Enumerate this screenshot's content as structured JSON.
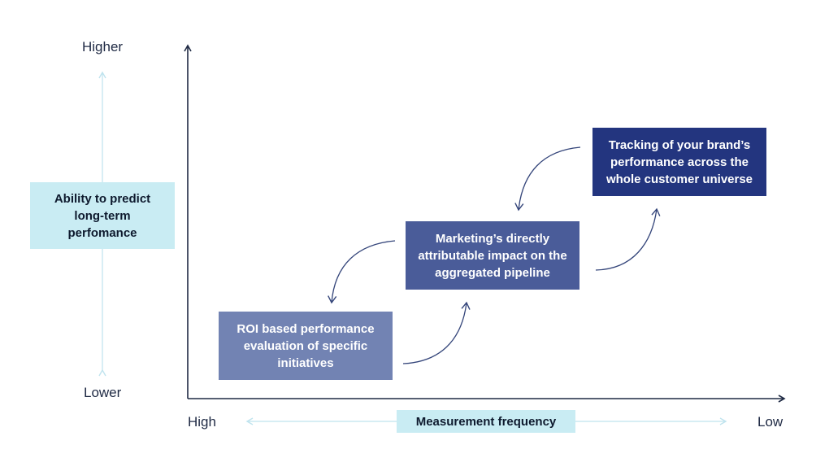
{
  "y_axis": {
    "label": "Ability to predict long-term perfomance",
    "top_label": "Higher",
    "bottom_label": "Lower"
  },
  "x_axis": {
    "label": "Measurement frequency",
    "left_label": "High",
    "right_label": "Low"
  },
  "boxes": [
    {
      "text": "ROI based performance evaluation of specific initiatives",
      "color": "#7283b3"
    },
    {
      "text": "Marketing’s directly attributable impact on the aggregated pipeline",
      "color": "#4a5c99"
    },
    {
      "text": "Tracking of your brand’s performance across the whole customer universe",
      "color": "#23357f"
    }
  ],
  "colors": {
    "axis": "#1f2a44",
    "light_arrow": "#bfe3ee",
    "curve_arrow": "#34457a",
    "label_bg": "#c9ecf3"
  }
}
